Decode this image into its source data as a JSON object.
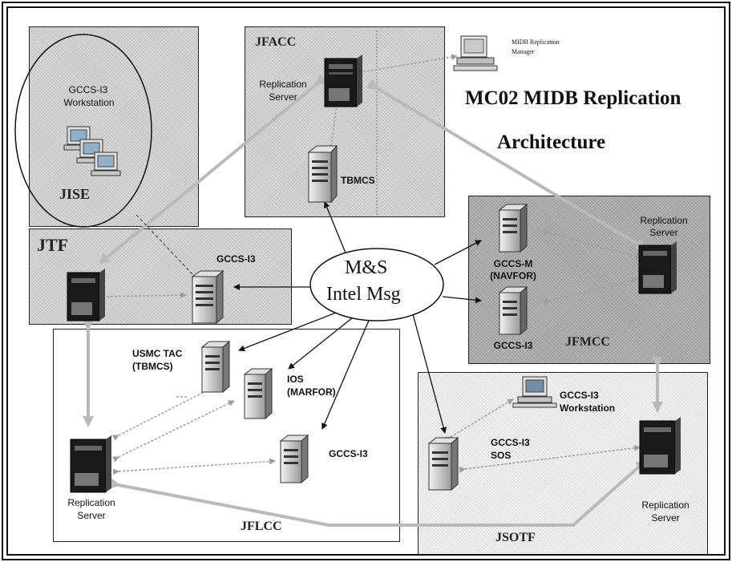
{
  "title": {
    "line1": "MC02 MIDB Replication",
    "line2": "Architecture"
  },
  "zones": {
    "jisa": "JISE",
    "jfacc": "JFACC",
    "jtf": "JTF",
    "jfmcc": "JFMCC",
    "jflcc": "JFLCC",
    "jsotf": "JSOTF"
  },
  "hub": {
    "line1": "M&S",
    "line2": "Intel Msg"
  },
  "nodes": {
    "jise_ws_l1": "GCCS-I3",
    "jise_ws_l2": "Workstation",
    "jfacc_rep_l1": "Replication",
    "jfacc_rep_l2": "Server",
    "tbmcs": "TBMCS",
    "midb_mgr_l1": "MIDB Replication",
    "midb_mgr_l2": "Manager",
    "jtf_gccs": "GCCS-I3",
    "gccsm_l1": "GCCS-M",
    "gccsm_l2": "(NAVFOR)",
    "jfmcc_gccs": "GCCS-I3",
    "jfmcc_rep_l1": "Replication",
    "jfmcc_rep_l2": "Server",
    "usmc_l1": "USMC TAC",
    "usmc_l2": "(TBMCS)",
    "ios_l1": "IOS",
    "ios_l2": "(MARFOR)",
    "jflcc_gccs": "GCCS-I3",
    "jflcc_rep_l1": "Replication",
    "jflcc_rep_l2": "Server",
    "jsotf_ws_l1": "GCCS-I3",
    "jsotf_ws_l2": "Workstation",
    "sos_l1": "GCCS-I3",
    "sos_l2": "SOS",
    "jsotf_rep_l1": "Replication",
    "jsotf_rep_l2": "Server"
  },
  "colors": {
    "replication_arrow": "#b9b9b9",
    "message_arrow": "#111111",
    "server_dark": "#1a1a1a",
    "server_light": "#d8d8d8"
  }
}
